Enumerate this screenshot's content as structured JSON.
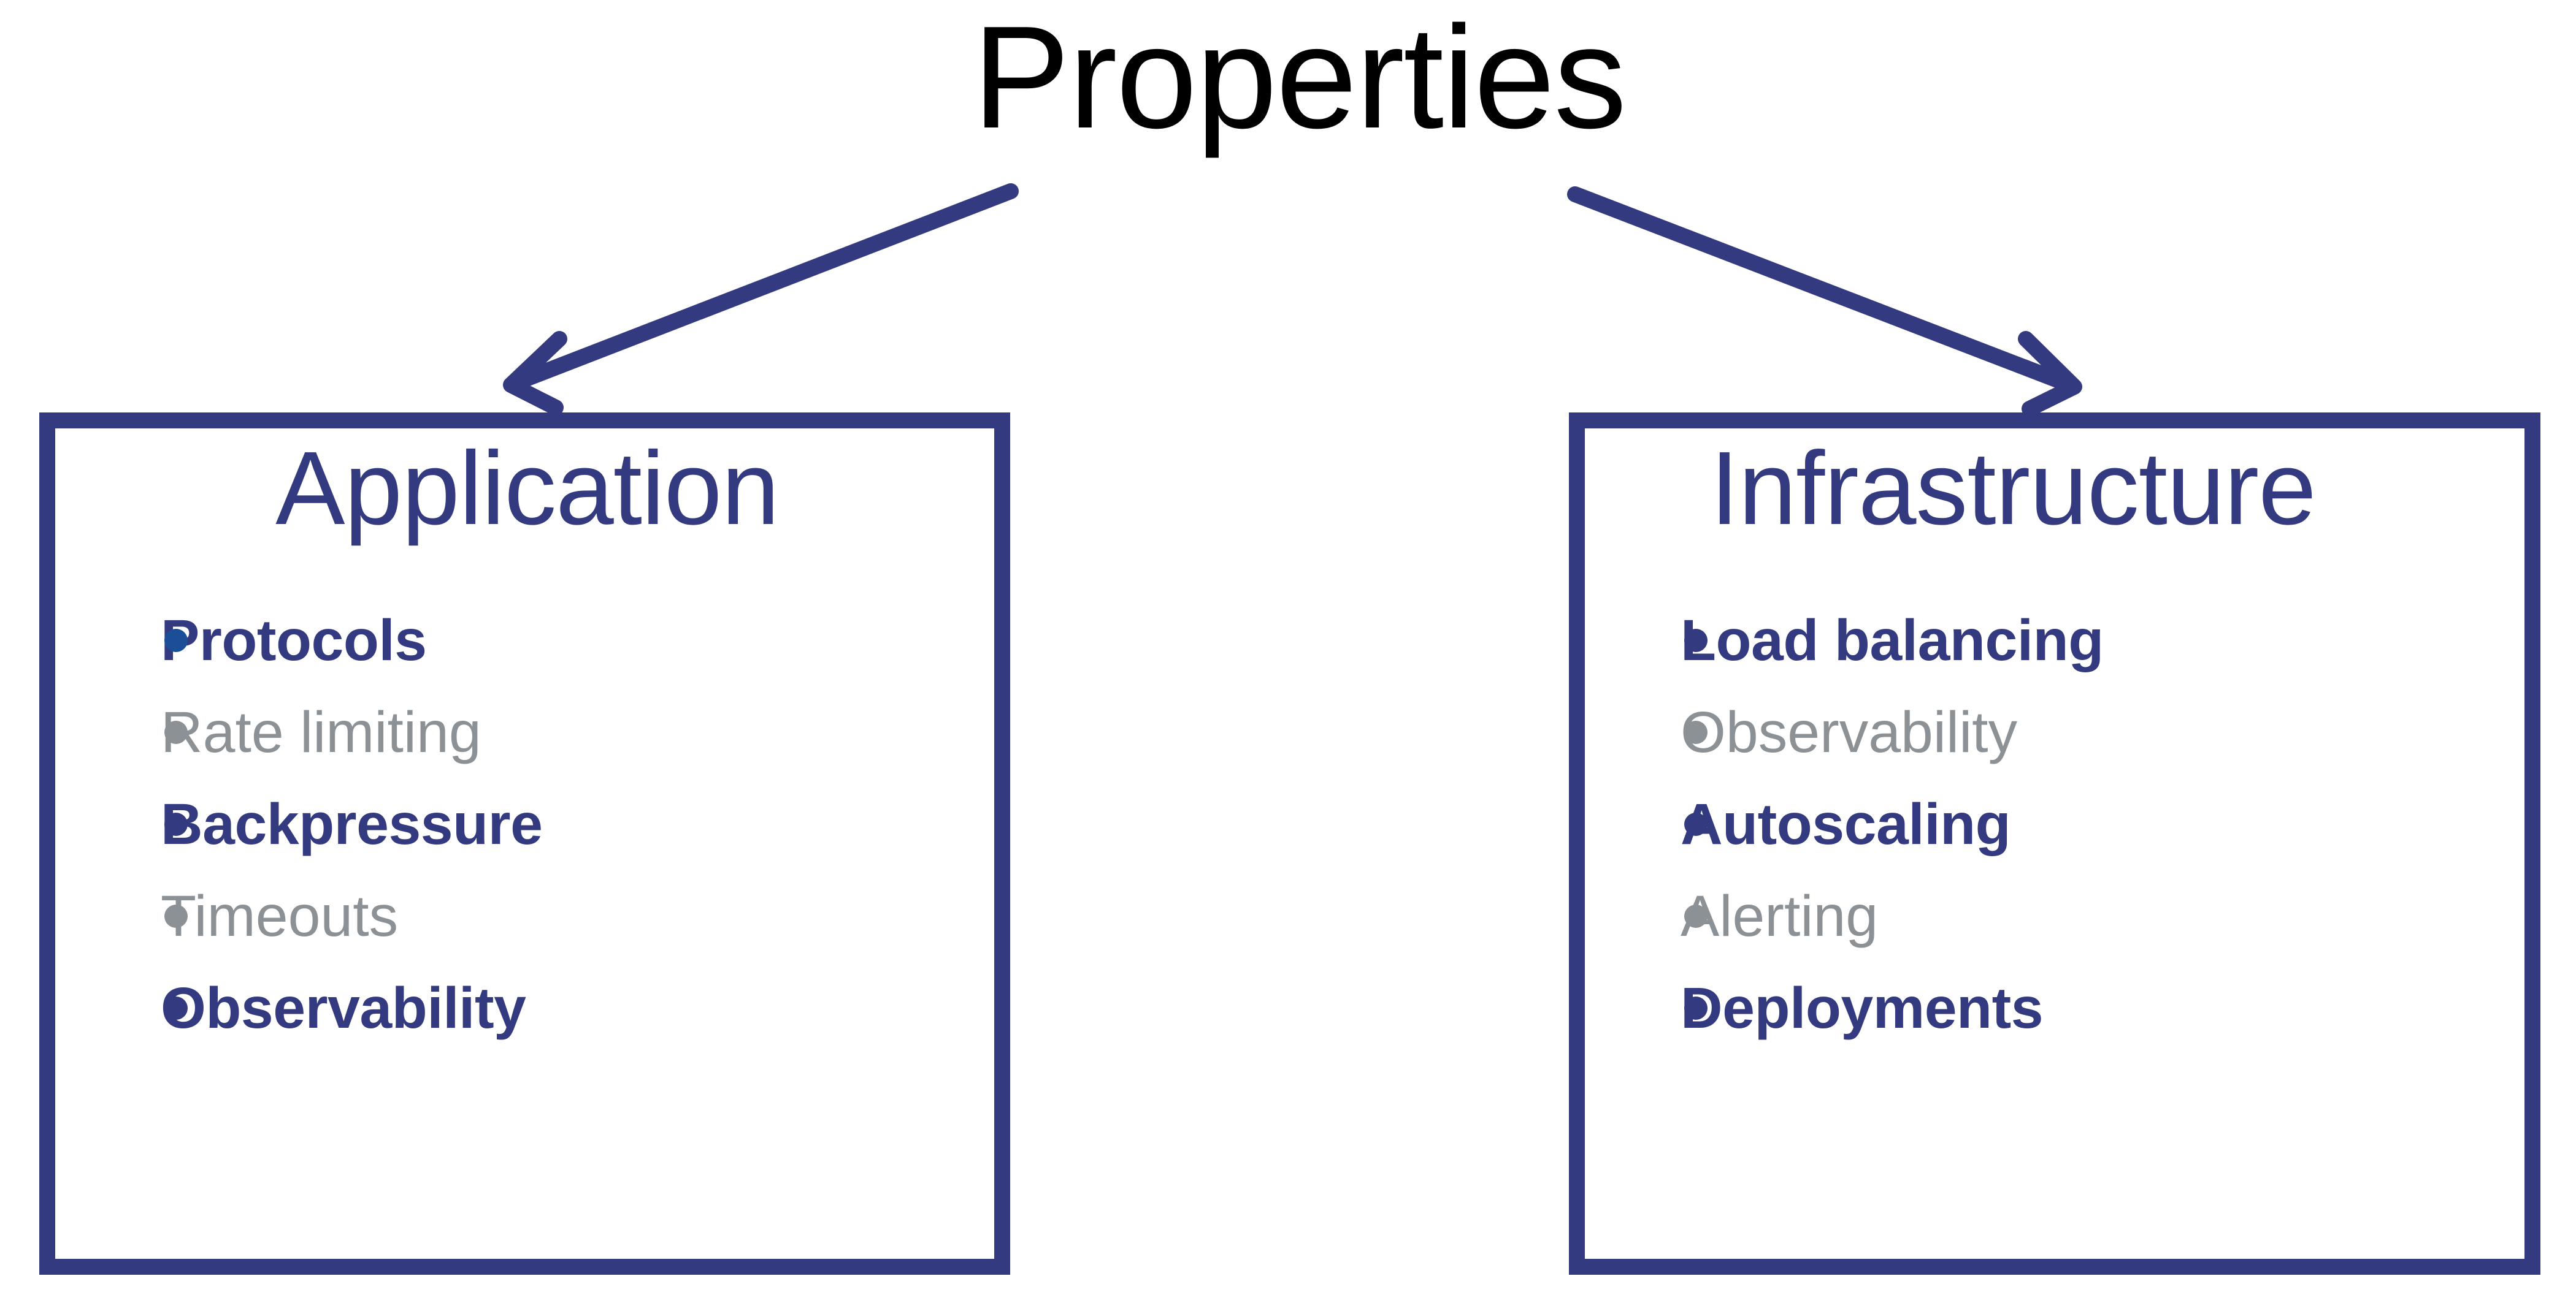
{
  "diagram": {
    "type": "tree",
    "root": {
      "label": "Properties",
      "color": "#000000"
    },
    "colors": {
      "navy": "#333a7f",
      "accent_blue": "#1a4e96",
      "muted_grey": "#8c9196",
      "background": "#ffffff",
      "title_black": "#000000"
    },
    "edges": [
      {
        "name": "edge-to-application",
        "from": "Properties",
        "to": "Application",
        "direction": "down-left",
        "arrowhead": "open-v",
        "color": "#333a7f"
      },
      {
        "name": "edge-to-infrastructure",
        "from": "Properties",
        "to": "Infrastructure",
        "direction": "down-right",
        "arrowhead": "open-v",
        "color": "#333a7f"
      }
    ],
    "nodes": [
      {
        "id": "application",
        "heading": "Application",
        "heading_color": "#333a7f",
        "border_color": "#333a7f",
        "items": [
          {
            "label": "Protocols",
            "emphasis": "strong",
            "text_color": "#333a7f",
            "bullet_color": "#1a4e96"
          },
          {
            "label": "Rate limiting",
            "emphasis": "muted",
            "text_color": "#8c9196",
            "bullet_color": "#8c9196"
          },
          {
            "label": "Backpressure",
            "emphasis": "strong",
            "text_color": "#333a7f",
            "bullet_color": "#333a7f"
          },
          {
            "label": "Timeouts",
            "emphasis": "muted",
            "text_color": "#8c9196",
            "bullet_color": "#8c9196"
          },
          {
            "label": "Observability",
            "emphasis": "strong",
            "text_color": "#333a7f",
            "bullet_color": "#333a7f"
          }
        ]
      },
      {
        "id": "infrastructure",
        "heading": "Infrastructure",
        "heading_color": "#333a7f",
        "border_color": "#333a7f",
        "items": [
          {
            "label": "Load balancing",
            "emphasis": "strong",
            "text_color": "#333a7f",
            "bullet_color": "#333a7f"
          },
          {
            "label": "Observability",
            "emphasis": "muted",
            "text_color": "#8c9196",
            "bullet_color": "#8c9196"
          },
          {
            "label": "Autoscaling",
            "emphasis": "strong",
            "text_color": "#333a7f",
            "bullet_color": "#333a7f"
          },
          {
            "label": "Alerting",
            "emphasis": "muted",
            "text_color": "#8c9196",
            "bullet_color": "#8c9196"
          },
          {
            "label": "Deployments",
            "emphasis": "strong",
            "text_color": "#333a7f",
            "bullet_color": "#333a7f"
          }
        ]
      }
    ]
  }
}
